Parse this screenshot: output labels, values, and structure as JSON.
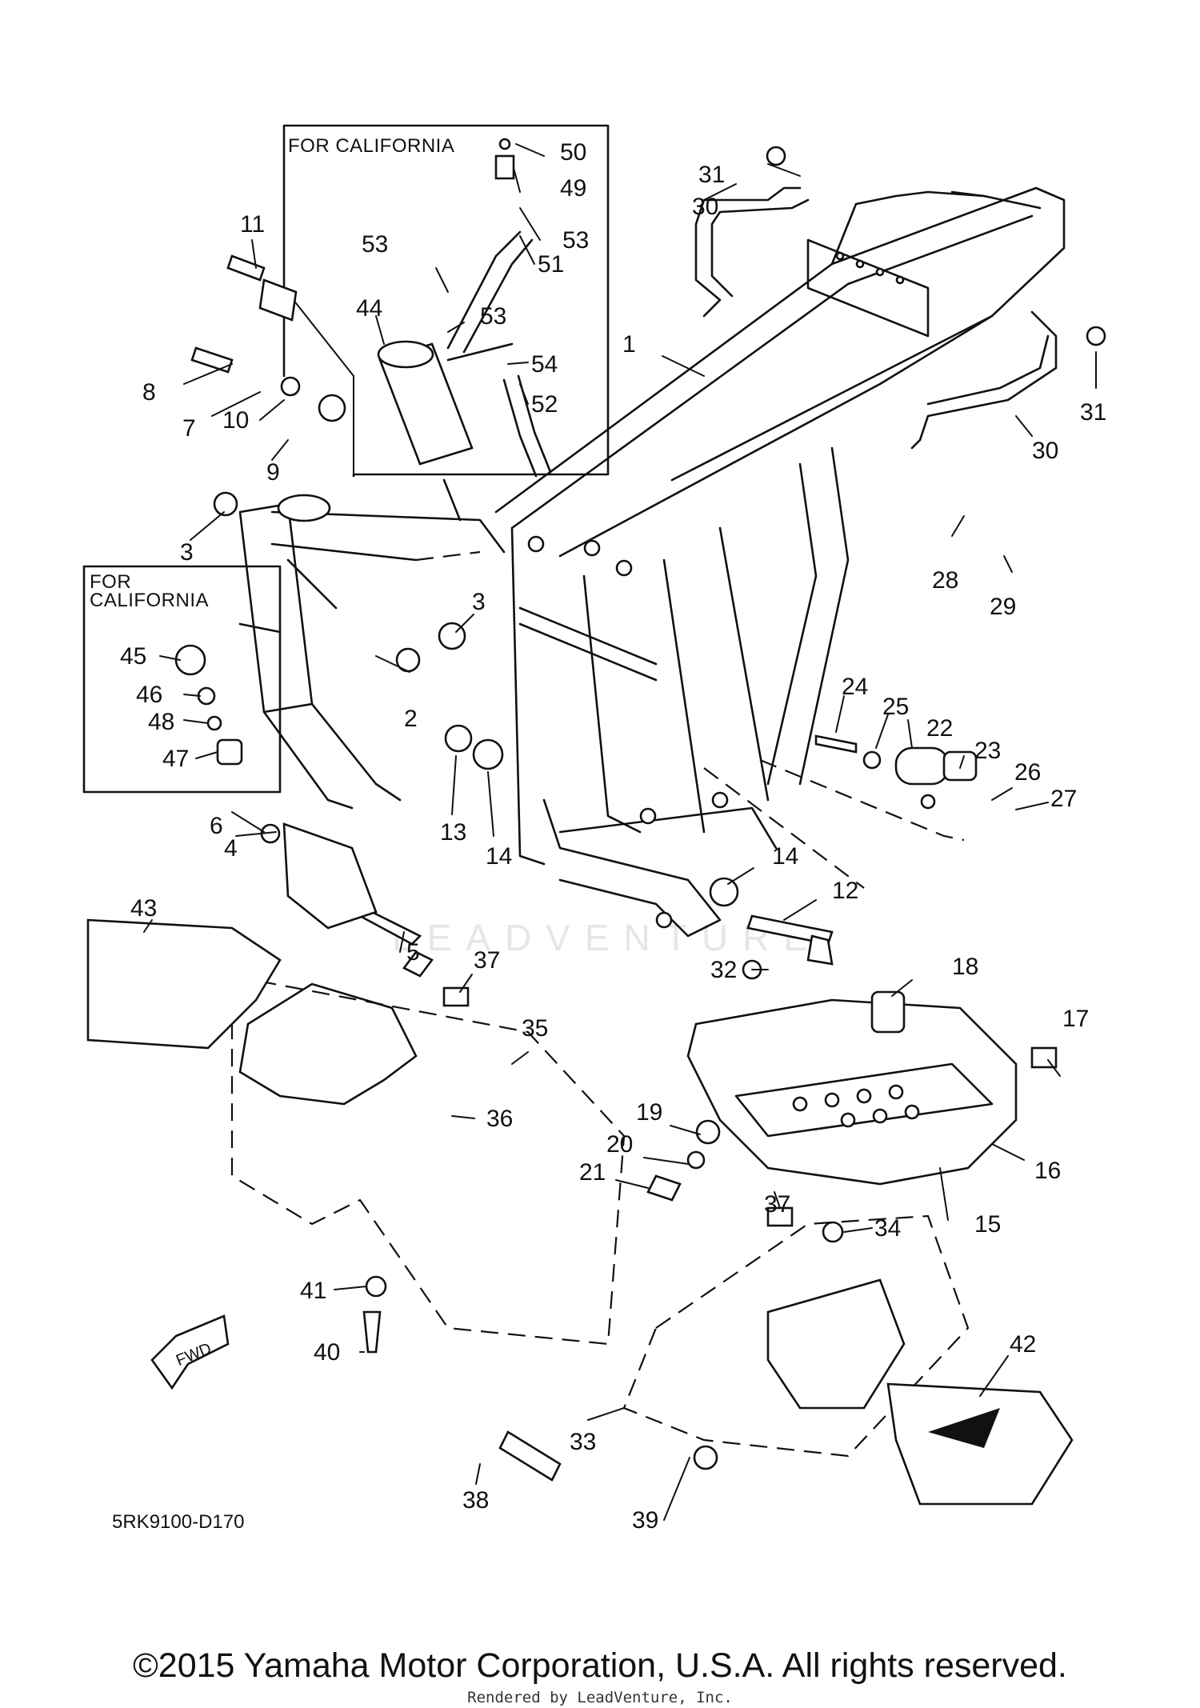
{
  "callouts": [
    "1",
    "2",
    "3",
    "3",
    "4",
    "5",
    "6",
    "7",
    "8",
    "9",
    "10",
    "11",
    "12",
    "13",
    "14",
    "14",
    "15",
    "16",
    "17",
    "18",
    "19",
    "20",
    "21",
    "22",
    "23",
    "24",
    "25",
    "26",
    "27",
    "28",
    "29",
    "30",
    "30",
    "31",
    "31",
    "32",
    "33",
    "34",
    "35",
    "36",
    "37",
    "37",
    "38",
    "39",
    "40",
    "41",
    "42",
    "43",
    "44",
    "45",
    "46",
    "47",
    "48",
    "49",
    "50",
    "51",
    "52",
    "53",
    "53",
    "53",
    "54"
  ],
  "boxes": {
    "california_top": "FOR CALIFORNIA",
    "california_left_line1": "FOR",
    "california_left_line2": "CALIFORNIA"
  },
  "fwd_label": "FWD",
  "diagram_code": "5RK9100-D170",
  "watermark": "LEADVENTURE",
  "copyright": "©2015 Yamaha Motor Corporation, U.S.A. All rights reserved.",
  "rendered_by": "Rendered by LeadVenture, Inc."
}
